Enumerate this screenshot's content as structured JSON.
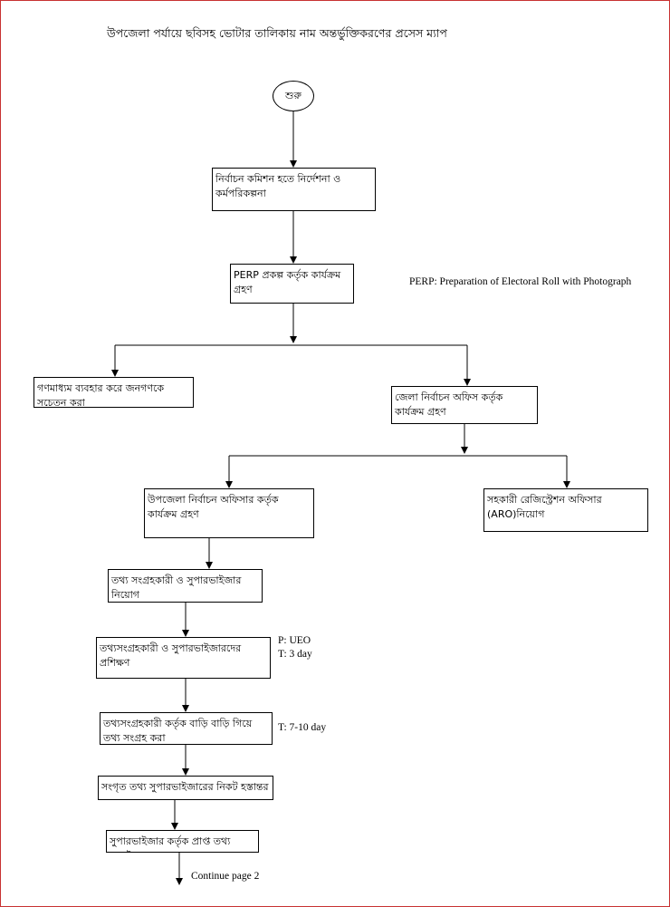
{
  "title": "উপজেলা পর্যায়ে ছবিসহ ভোটার তালিকায় নাম অন্তর্ভুক্তিকরণের প্রসেস ম্যাপ",
  "start": "শুরু",
  "boxes": {
    "ec_directive": "নির্বাচন কমিশন হতে নির্দেশনা ও কর্মপরিকল্পনা",
    "perp_program": "PERP প্রকল্প কর্তৃক কার্যক্রম গ্রহণ",
    "media_awareness": "গণমাধ্যম ব্যবহার করে জনগণকে সচেতন করা",
    "district_office": "জেলা নির্বাচন অফিস কর্তৃক কার্যক্রম গ্রহণ",
    "upazila_officer": "উপজেলা নির্বাচন অফিসার কর্তৃক কার্যক্রম গ্রহণ",
    "aro_appointment": "সহকারী রেজিস্ট্রেশন অফিসার (ARO)নিয়োগ",
    "collector_supervisor_appointment": "তথ্য সংগ্রহকারী ও সুপারভাইজার নিয়োগ",
    "training": "তথ্যসংগ্রহকারী ও সুপারভাইজারদের প্রশিক্ষণ",
    "door_to_door": "তথ্যসংগ্রহকারী কর্তৃক বাড়ি বাড়ি গিয়ে তথ্য সংগ্রহ করা",
    "handover": "সংগৃত তথ্য সুপারভাইজারের নিকট হস্তান্তর",
    "verification": "সুপারভাইজার কর্তৃক প্রাপ্ত তথ্য যাচাই করণ।"
  },
  "notes": {
    "perp_definition": "PERP: Preparation of Electoral Roll with Photograph",
    "training_person": "P: UEO",
    "training_time": "T: 3 day",
    "collection_time": "T: 7-10 day",
    "continue": "Continue page 2"
  }
}
